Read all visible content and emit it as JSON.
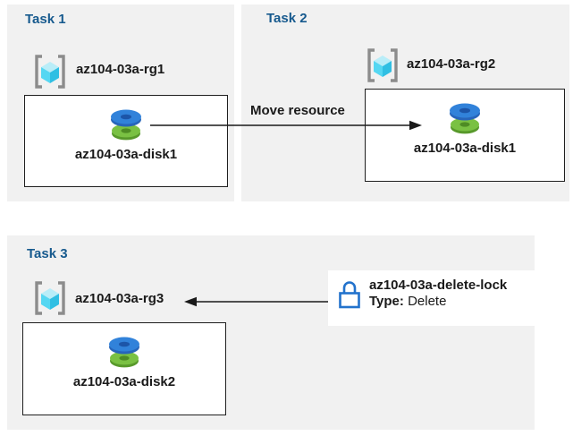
{
  "colors": {
    "panel_bg": "#f1f1f1",
    "title": "#175a8e",
    "box_border": "#1f1f1f",
    "arrow": "#1a1a1a",
    "lock_blue": "#2272cc",
    "bracket_gray": "#8c8c8c",
    "cube_top": "#b9edf8",
    "cube_left": "#55d7f2",
    "cube_right": "#30bfe3",
    "disk_blue": "#3182da",
    "disk_green": "#7ac143"
  },
  "task1": {
    "title": "Task 1",
    "resource_group": "az104-03a-rg1",
    "resource": "az104-03a-disk1"
  },
  "task2": {
    "title": "Task 2",
    "resource_group": "az104-03a-rg2",
    "resource": "az104-03a-disk1"
  },
  "task3": {
    "title": "Task 3",
    "resource_group": "az104-03a-rg3",
    "resource": "az104-03a-disk2"
  },
  "move_arrow": {
    "label": "Move resource"
  },
  "lock": {
    "name": "az104-03a-delete-lock",
    "type_label": "Type:",
    "type_value": "Delete"
  }
}
